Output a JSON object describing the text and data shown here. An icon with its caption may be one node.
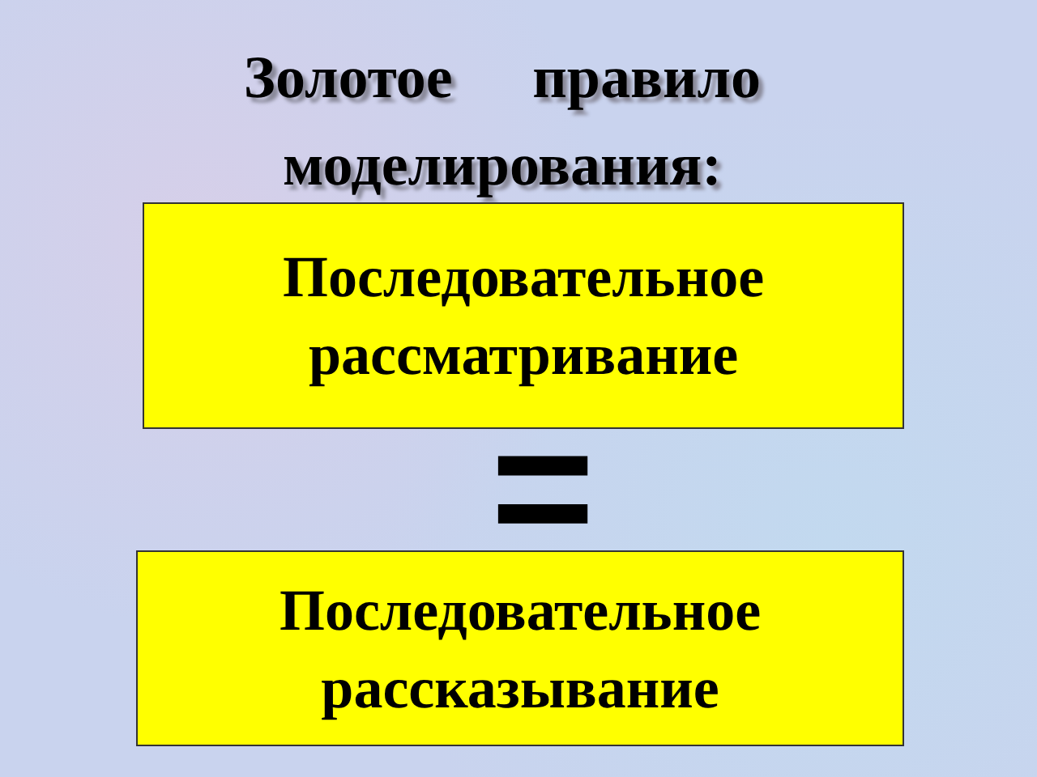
{
  "diagram": {
    "title": "Золотое правило моделирования:",
    "nodes": [
      {
        "text": [
          "Последовательное рассматривание"
        ]
      },
      {
        "text": [
          "Последовательное рассказывание"
        ]
      }
    ],
    "labels": [
      "="
    ]
  }
}
